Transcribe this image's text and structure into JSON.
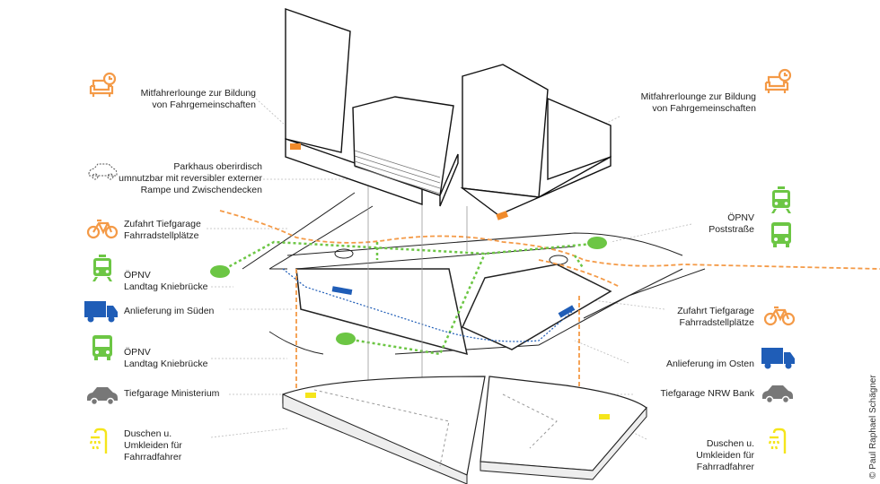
{
  "colors": {
    "orange": "#f49a47",
    "green": "#6cc644",
    "blue": "#1f5db7",
    "grey": "#777777",
    "yellow": "#f5e51b"
  },
  "left_labels": [
    {
      "id": "lounge-left",
      "icon": "sofa-clock-icon",
      "text": "Mitfahrerlounge zur Bildung\nvon Fahrgemeinschaften"
    },
    {
      "id": "parkhaus",
      "icon": "car-outline-icon",
      "text": "Parkhaus oberirdisch\numnutzbar mit reversibler externer\nRampe und Zwischendecken"
    },
    {
      "id": "zufahrt-left",
      "icon": "bicycle-icon",
      "text": "Zufahrt Tiefgarage\nFahrradstellplätze"
    },
    {
      "id": "oepnv-tram-left",
      "icon": "tram-icon",
      "text": "ÖPNV\nLandtag Kniebrücke"
    },
    {
      "id": "anlieferung-sued",
      "icon": "truck-icon",
      "text": "Anlieferung im Süden"
    },
    {
      "id": "oepnv-bus-left",
      "icon": "bus-icon",
      "text": "ÖPNV\nLandtag Kniebrücke"
    },
    {
      "id": "tiefgarage-ministerium",
      "icon": "car-icon",
      "text": "Tiefgarage Ministerium"
    },
    {
      "id": "duschen-left",
      "icon": "shower-icon",
      "text": "Duschen u.\nUmkleiden für\nFahrradfahrer"
    }
  ],
  "right_labels": [
    {
      "id": "lounge-right",
      "icon": "sofa-clock-icon",
      "text": "Mitfahrerlounge zur Bildung\nvon Fahrgemeinschaften"
    },
    {
      "id": "oepnv-poststrasse",
      "icon": "tram-bus-icon",
      "text": "ÖPNV\nPoststraße"
    },
    {
      "id": "zufahrt-right",
      "icon": "bicycle-icon",
      "text": "Zufahrt Tiefgarage\nFahrradstellplätze"
    },
    {
      "id": "anlieferung-ost",
      "icon": "truck-icon",
      "text": "Anlieferung im Osten"
    },
    {
      "id": "tiefgarage-nrw",
      "icon": "car-icon",
      "text": "Tiefgarage NRW Bank"
    },
    {
      "id": "duschen-right",
      "icon": "shower-icon",
      "text": "Duschen u.\nUmkleiden für\nFahrradfahrer"
    }
  ],
  "credit": "© Paul Raphael Schägner"
}
